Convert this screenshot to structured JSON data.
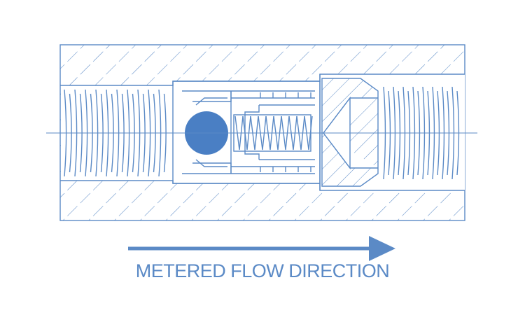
{
  "caption": "METERED FLOW DIRECTION",
  "colors": {
    "line": "#5b8ac6",
    "ball": "#4a7fc4",
    "background": "#ffffff"
  },
  "components": {
    "body": "hatched-housing",
    "inlet_thread": "internal-thread",
    "check_ball": "ball",
    "spring": "coil-spring",
    "orifice": "conical-orifice",
    "outlet_thread": "internal-thread",
    "flow_arrow": "arrow-right"
  }
}
